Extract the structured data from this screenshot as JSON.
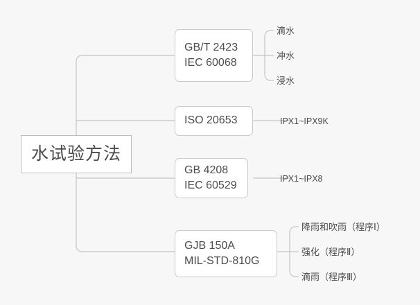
{
  "diagram": {
    "type": "mind-map",
    "background_color": "#f7f7f7",
    "node_border_color": "#c9c9c9",
    "node_fill_color": "#ffffff",
    "connector_color": "#c4c4c4",
    "text_color": "#4a4a4a",
    "root": {
      "label": "水试验方法"
    },
    "branches": [
      {
        "id": "gbt2423",
        "lines": [
          "GB/T 2423",
          "IEC 60068"
        ],
        "leaves": [
          "滴水",
          "冲水",
          "浸水"
        ]
      },
      {
        "id": "iso20653",
        "lines": [
          "ISO 20653"
        ],
        "leaves": [
          "IPX1~IPX9K"
        ]
      },
      {
        "id": "gb4208",
        "lines": [
          "GB 4208",
          "IEC 60529"
        ],
        "leaves": [
          "IPX1~IPX8"
        ]
      },
      {
        "id": "gjb150a",
        "lines": [
          "GJB 150A",
          "MIL-STD-810G"
        ],
        "leaves": [
          "降雨和吹雨（程序Ⅰ）",
          "强化（程序Ⅱ）",
          "滴雨（程序Ⅲ）"
        ]
      }
    ]
  }
}
